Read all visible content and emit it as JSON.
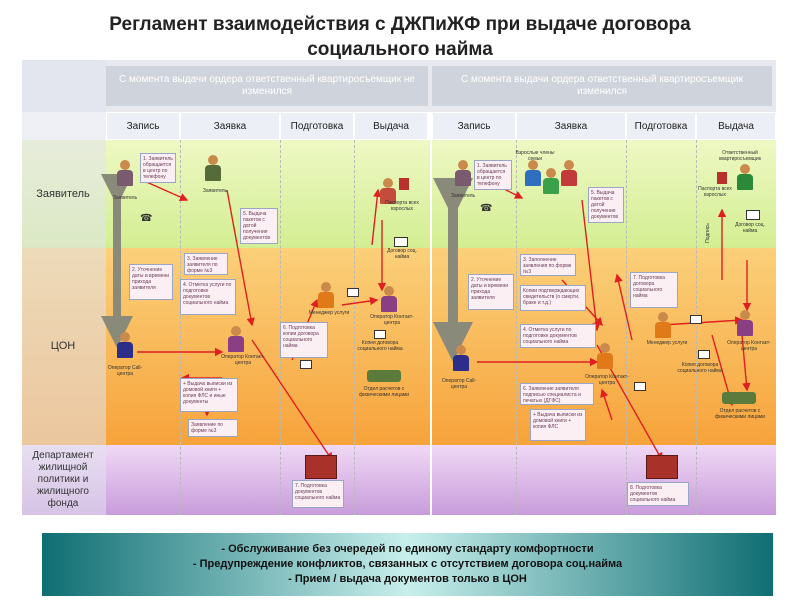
{
  "title": {
    "line1": "Регламент взаимодействия с ДЖПиЖФ при выдаче договора",
    "line2": "социального найма"
  },
  "headers": {
    "left": "С момента выдачи ордера ответственный квартиросъемщик не изменился",
    "right": "С момента выдачи ордера ответственный квартиросъемщик изменился"
  },
  "columns": [
    "Запись",
    "Заявка",
    "Подготовка",
    "Выдача",
    "Запись",
    "Заявка",
    "Подготовка",
    "Выдача"
  ],
  "lanes": {
    "applicant": "Заявитель",
    "cpn": "ЦОН",
    "department": "Департамент жилищной политики и жилищного фонда"
  },
  "roles": {
    "applicant": "Заявитель",
    "operator_call": "Оператор Call-центра",
    "operator_contact": "Оператор Контакт-центра",
    "manager": "Менеджер услуги",
    "contract_copy": "Копия договора социального найма",
    "dept_payment": "Отдел расчетов с физическими лицами",
    "passport_adults": "Паспорта всех взрослых",
    "adults_family": "Взрослые члены семьи",
    "responsible_tenant": "Ответственный квартиросъемщик",
    "signature": "Подпись",
    "contract_sign": "Договор соц. найма"
  },
  "notes_left": {
    "n1": "1. Заявитель обращается в центр по телефону",
    "n2": "2. Уточнение даты и времени прихода заявителя",
    "n3": "3. Заявление заявителя по форме №3",
    "n4": "4. Отметка услуги по подготовке документов социального найма",
    "n5": "5. Выдача пакетов с датой получения документов",
    "n6": "6. Подготовка копии договора социального найма",
    "n7": "7. Подготовка документов социального найма",
    "n8": "+ Выдача выписки из домовой книги + копия ФЛС и иные документы",
    "n9": "Заявление по форме №3"
  },
  "notes_right": {
    "n1": "1. Заявитель обращается в центр по телефону",
    "n2": "2. Уточнение даты и времени прихода заявителя",
    "n3": "3. Заполнение заявления по форме №3",
    "n4": "Копии подтверждающих свидетельств (о смерти, браке и т.д.)",
    "n5": "4. Отметка услуги по подготовке документов социального найма",
    "n6": "5. Выдача пакетов с датой получения документов",
    "n7": "6. Заявление заявителя подписью специалиста и печатью (ДГФС)",
    "n8": "+ Выдача выписки из домовой книги + копия ФЛС",
    "n9": "7. Подготовка договора социального найма",
    "n10": "8. Подготовка документов социального найма"
  },
  "footer": [
    "- Обслуживание без очередей по единому стандарту комфортности",
    "- Предупреждение конфликтов, связанных с отсутствием договора соц.найма",
    "- Прием / выдача документов только в ЦОН"
  ],
  "colors": {
    "lane_applicant": "#d9f2a3",
    "lane_cpn": "#f7b04a",
    "lane_department": "#d9b3e6",
    "header_bg": "#cfd3dc",
    "arrow": "#e02020",
    "big_arrow": "#8a8a7a",
    "footer": "#0f6e73"
  }
}
